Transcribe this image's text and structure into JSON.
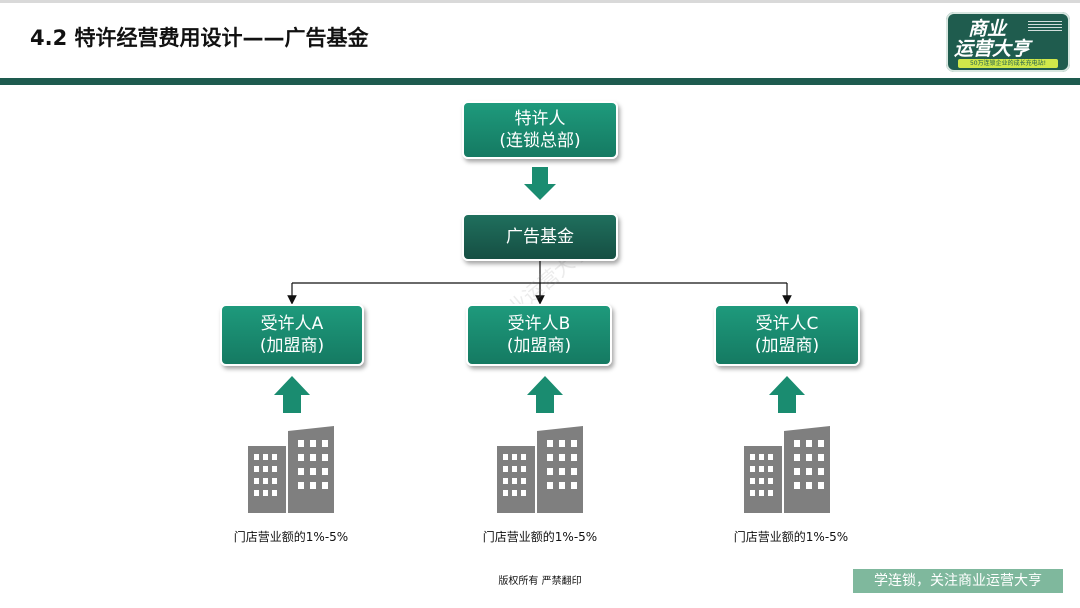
{
  "header": {
    "title": "4.2 特许经营费用设计——广告基金"
  },
  "logo": {
    "line1": "商业",
    "line2": "运营大亨",
    "tagline": "50万连锁企业的成长充电站!"
  },
  "watermark": "商业运营大亨",
  "diagram": {
    "franchisor": {
      "line1": "特许人",
      "line2": "(连锁总部)"
    },
    "fund": {
      "label": "广告基金"
    },
    "franchisees": [
      {
        "line1": "受许人A",
        "line2": "(加盟商)",
        "caption": "门店营业额的1%-5%"
      },
      {
        "line1": "受许人B",
        "line2": "(加盟商)",
        "caption": "门店营业额的1%-5%"
      },
      {
        "line1": "受许人C",
        "line2": "(加盟商)",
        "caption": "门店营业额的1%-5%"
      }
    ]
  },
  "footer": {
    "copyright": "版权所有 严禁翻印",
    "slogan": "学连锁，关注商业运营大亨"
  },
  "colors": {
    "primary": "#1e9a7c",
    "dark": "#1f6f5d",
    "bar": "#1e5b4f",
    "building": "#808080"
  }
}
